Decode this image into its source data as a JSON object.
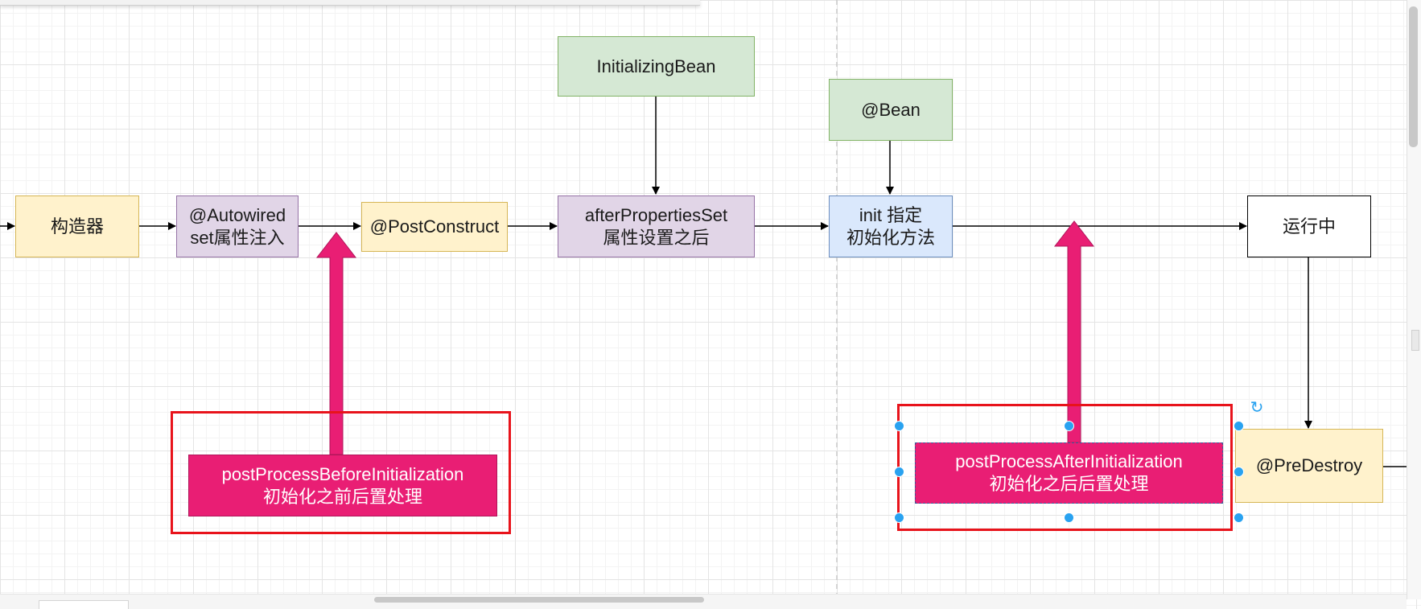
{
  "colors": {
    "accent": "#e91e74",
    "highlight_frame": "#e8131b",
    "selection_handle": "#29a2f0",
    "yellow_fill": "#fff2cc",
    "purple_fill": "#e1d5e7",
    "green_fill": "#d5e8d4",
    "blue_fill": "#dae8fc"
  },
  "nodes": {
    "constructor": "构造器",
    "autowired": "@Autowired\nset属性注入",
    "post_construct": "@PostConstruct",
    "initializing_bean": "InitializingBean",
    "after_properties_set": "afterPropertiesSet\n属性设置之后",
    "bean": "@Bean",
    "init_method": "init 指定\n初始化方法",
    "running": "运行中",
    "pre_destroy": "@PreDestroy",
    "before_init": "postProcessBeforeInitialization\n初始化之前后置处理",
    "after_init": "postProcessAfterInitialization\n初始化之后后置处理"
  },
  "icons": {
    "rotate": "rotate-handle-icon"
  }
}
